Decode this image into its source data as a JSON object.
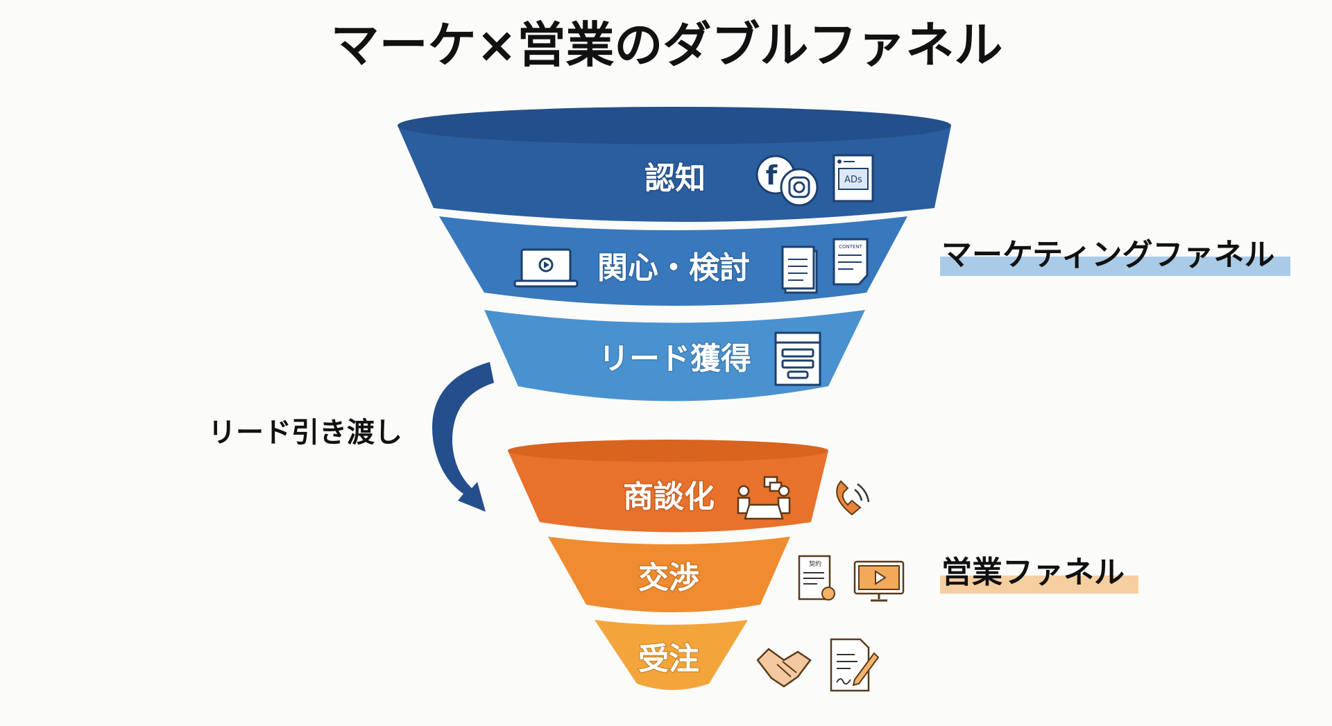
{
  "title": "マーケ×営業のダブルファネル",
  "marketing_funnel": {
    "label": "マーケティングファネル",
    "stages": [
      "認知",
      "関心・検討",
      "リード獲得"
    ],
    "colors": [
      "#2b5e9f",
      "#3878bd",
      "#4a92cf"
    ],
    "highlight": "#a9cbe8",
    "ads_text": "ADs",
    "doc_heading": "CONTENT"
  },
  "sales_funnel": {
    "label": "営業ファネル",
    "stages": [
      "商談化",
      "交渉",
      "受注"
    ],
    "colors": [
      "#e8712b",
      "#ef8c2f",
      "#f3a53b"
    ],
    "highlight": "#f6cfa0",
    "contract_heading": "契約"
  },
  "handoff": {
    "label": "リード引き渡し",
    "arrow_color": "#244f8c"
  }
}
